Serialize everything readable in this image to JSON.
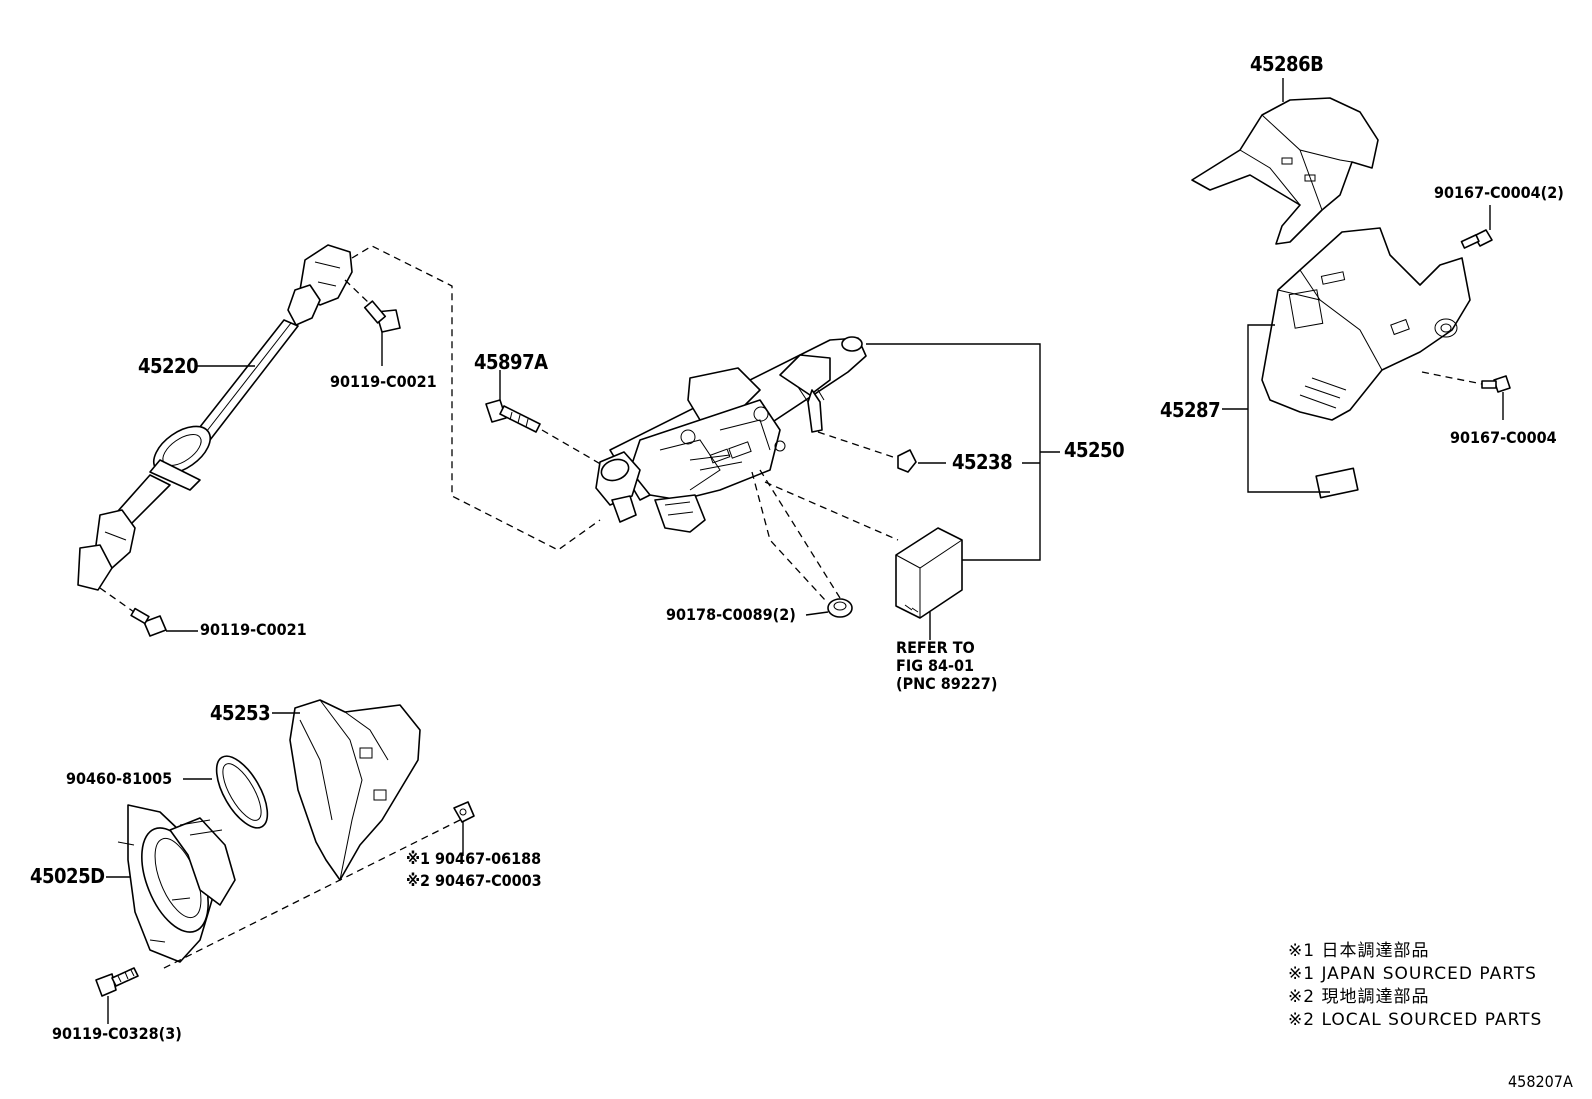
{
  "labels": {
    "p45286B": "45286B",
    "p90167_2": "90167-C0004(2)",
    "p45287": "45287",
    "p90167": "90167-C0004",
    "p45220": "45220",
    "p90119_top": "90119-C0021",
    "p45897A": "45897A",
    "p45238": "45238",
    "p45250": "45250",
    "p90119_bot": "90119-C0021",
    "p90178": "90178-C0089(2)",
    "refer1": "REFER TO",
    "refer2": "FIG 84-01",
    "refer3": "(PNC 89227)",
    "p45253": "45253",
    "p90460": "90460-81005",
    "p45025D": "45025D",
    "p90467_1": "※1 90467-06188",
    "p90467_2": "※2 90467-C0003",
    "p90119_3": "90119-C0328(3)"
  },
  "notes": {
    "n1": "※1 日本調達部品",
    "n2": "※1 JAPAN SOURCED PARTS",
    "n3": "※2 現地調達部品",
    "n4": "※2 LOCAL SOURCED PARTS"
  },
  "figure_id": "458207A"
}
